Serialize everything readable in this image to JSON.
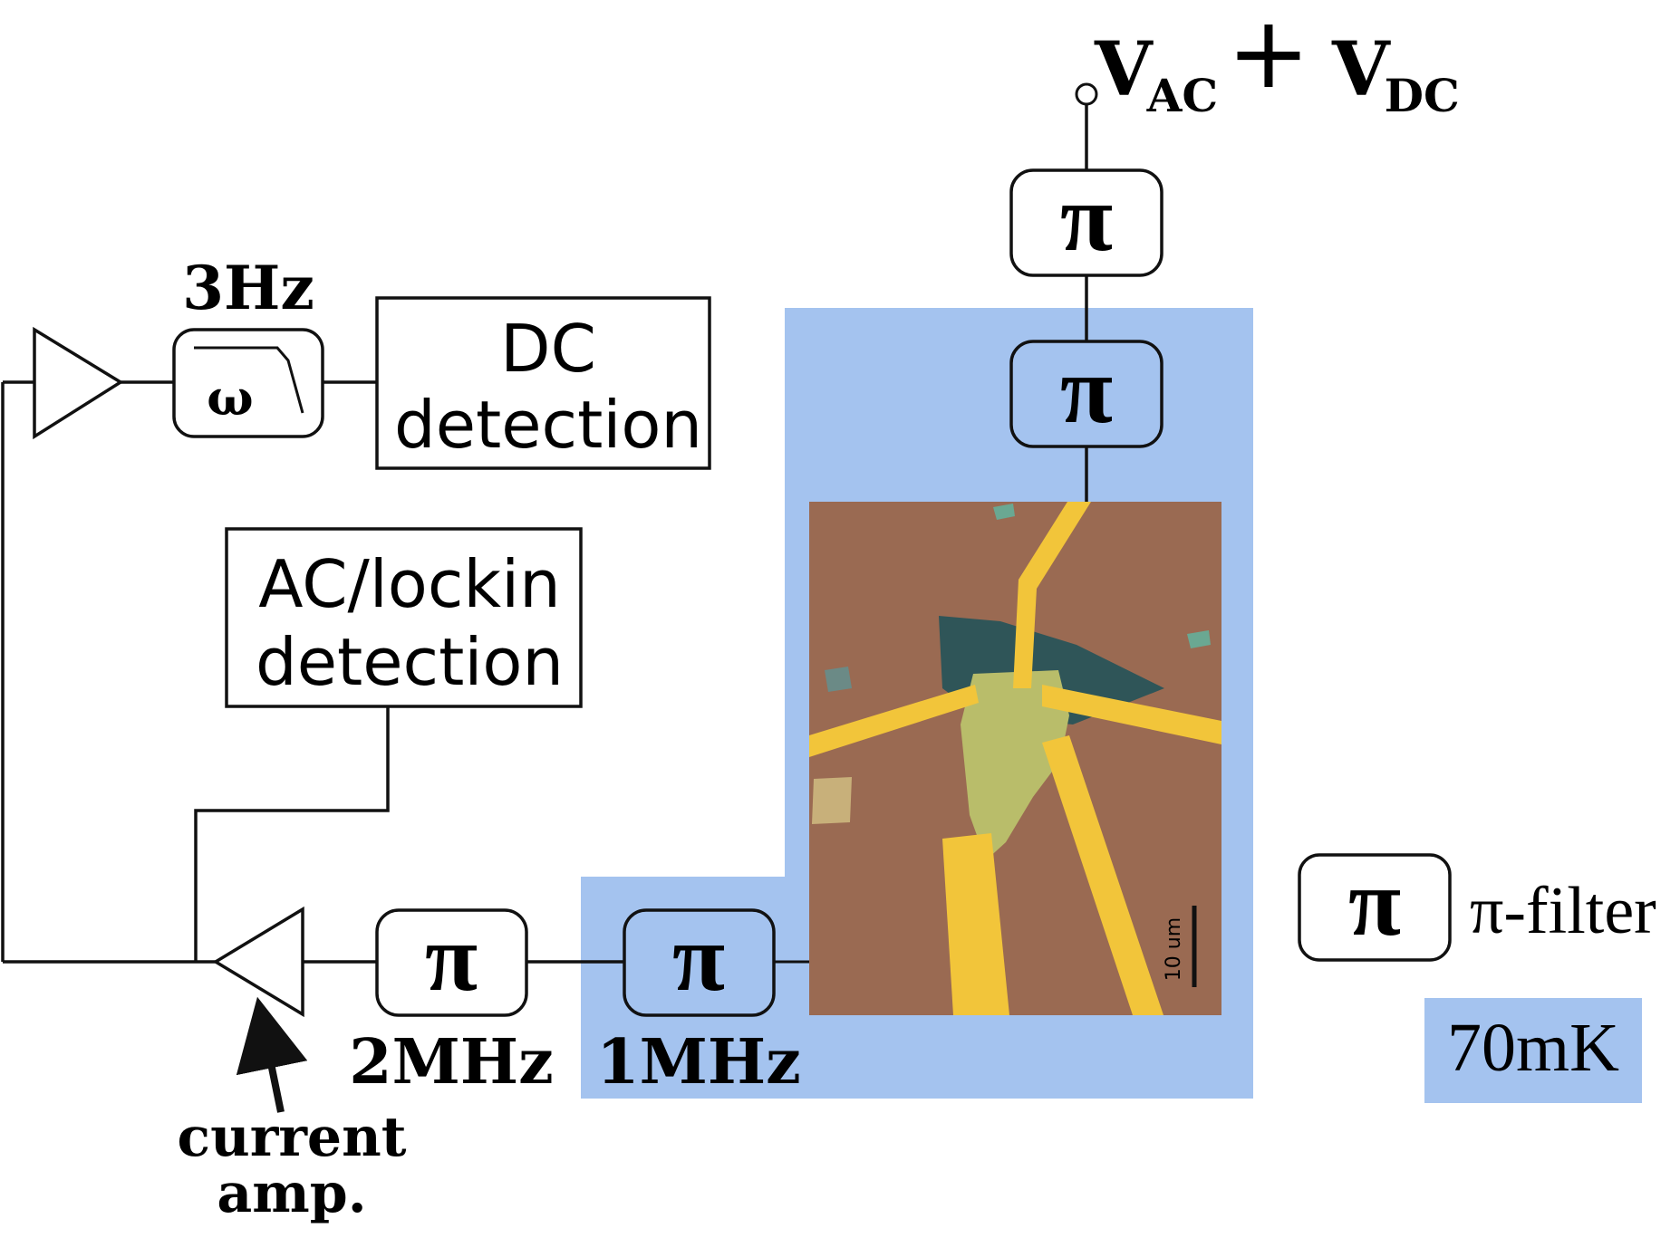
{
  "colors": {
    "cold_region": "#a4c3ef",
    "wire": "#111111",
    "substrate": "#9a6a52",
    "electrode": "#f2c53a",
    "flake": "#b9bd6a"
  },
  "source": {
    "label_v1": "V",
    "label_v1_sub": "AC",
    "label_plus": "+",
    "label_v2": "V",
    "label_v2_sub": "DC"
  },
  "filters": {
    "symbol": "π",
    "label_2mhz": "2MHz",
    "label_1mhz": "1MHz"
  },
  "lowpass": {
    "cutoff_label": "3Hz",
    "omega_label": "ω"
  },
  "dc_box": {
    "line1": "DC",
    "line2": "detection"
  },
  "ac_box": {
    "line1": "AC/lockin",
    "line2": "detection"
  },
  "current_amp": {
    "line1": "current",
    "line2": "amp."
  },
  "legend": {
    "filter_label": "π-filter",
    "temperature": "70mK"
  },
  "micrograph": {
    "scale_label": "10 um"
  }
}
